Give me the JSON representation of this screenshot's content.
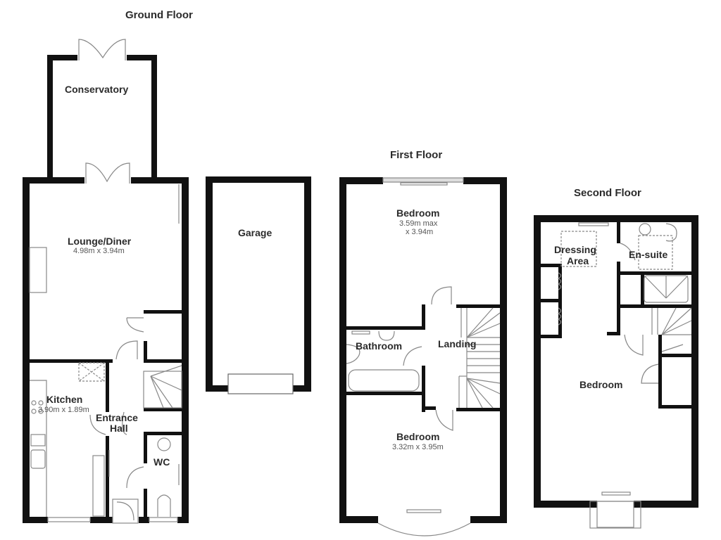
{
  "floors": {
    "ground": {
      "title": "Ground Floor",
      "rooms": {
        "conservatory": {
          "name": "Conservatory"
        },
        "lounge": {
          "name": "Lounge/Diner",
          "dims": "4.98m x 3.94m"
        },
        "kitchen": {
          "name": "Kitchen",
          "dims": "3.90m x 1.89m"
        },
        "hall": {
          "name_line1": "Entrance",
          "name_line2": "Hall"
        },
        "wc": {
          "name": "WC"
        }
      }
    },
    "garage": {
      "rooms": {
        "garage": {
          "name": "Garage"
        }
      }
    },
    "first": {
      "title": "First Floor",
      "rooms": {
        "bedroom1": {
          "name": "Bedroom",
          "dims_line1": "3.59m max",
          "dims_line2": "x 3.94m"
        },
        "bathroom": {
          "name": "Bathroom"
        },
        "landing": {
          "name": "Landing"
        },
        "bedroom2": {
          "name": "Bedroom",
          "dims": "3.32m x 3.95m"
        }
      }
    },
    "second": {
      "title": "Second Floor",
      "rooms": {
        "dressing": {
          "name_line1": "Dressing",
          "name_line2": "Area"
        },
        "ensuite": {
          "name": "En-suite"
        },
        "bedroom": {
          "name": "Bedroom"
        }
      }
    }
  },
  "colors": {
    "wall": "#111111",
    "fixture": "#888888",
    "text": "#2b2b2b",
    "background": "#ffffff"
  }
}
